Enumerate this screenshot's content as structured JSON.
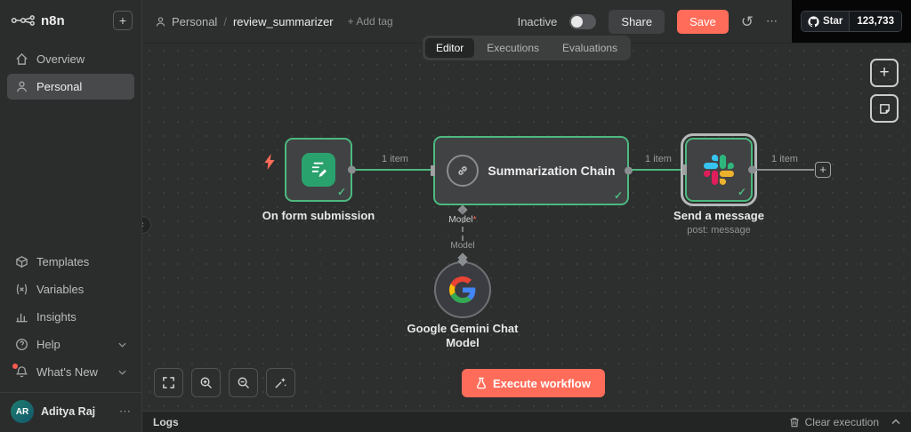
{
  "brand": {
    "name": "n8n"
  },
  "sidebar": {
    "items": [
      {
        "label": "Overview"
      },
      {
        "label": "Personal"
      },
      {
        "label": "Templates"
      },
      {
        "label": "Variables"
      },
      {
        "label": "Insights"
      },
      {
        "label": "Help"
      },
      {
        "label": "What's New"
      }
    ],
    "user": {
      "initials": "AR",
      "name": "Aditya Raj"
    }
  },
  "header": {
    "project": "Personal",
    "separator": "/",
    "workflow_name": "review_summarizer",
    "add_tag_label": "+ Add tag",
    "status_label": "Inactive",
    "share_label": "Share",
    "save_label": "Save",
    "github": {
      "star_label": "Star",
      "star_count": "123,733"
    }
  },
  "tabs": [
    {
      "label": "Editor"
    },
    {
      "label": "Executions"
    },
    {
      "label": "Evaluations"
    }
  ],
  "canvas": {
    "nodes": {
      "form_trigger": {
        "label": "On form submission"
      },
      "summarization_chain": {
        "label": "Summarization Chain",
        "input_port_label": "Model",
        "required_marker": "*",
        "connection_label": "Model"
      },
      "gemini_model": {
        "label": "Google Gemini Chat Model"
      },
      "slack": {
        "label": "Send a message",
        "subtitle": "post: message"
      }
    },
    "edges": [
      {
        "label": "1 item"
      },
      {
        "label": "1 item"
      },
      {
        "label": "1 item"
      }
    ],
    "execute_button_label": "Execute workflow"
  },
  "logs": {
    "title": "Logs",
    "clear_label": "Clear execution"
  },
  "colors": {
    "accent": "#ff6d5a",
    "success": "#4cb97f"
  }
}
